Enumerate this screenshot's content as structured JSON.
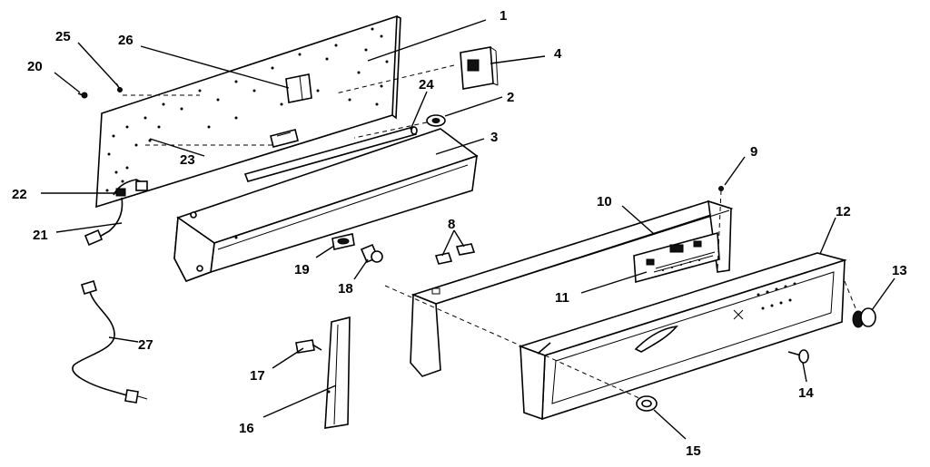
{
  "callouts": [
    "1",
    "2",
    "3",
    "4",
    "8",
    "9",
    "10",
    "11",
    "12",
    "13",
    "14",
    "15",
    "16",
    "17",
    "18",
    "19",
    "20",
    "21",
    "22",
    "23",
    "24",
    "25",
    "26",
    "27"
  ]
}
